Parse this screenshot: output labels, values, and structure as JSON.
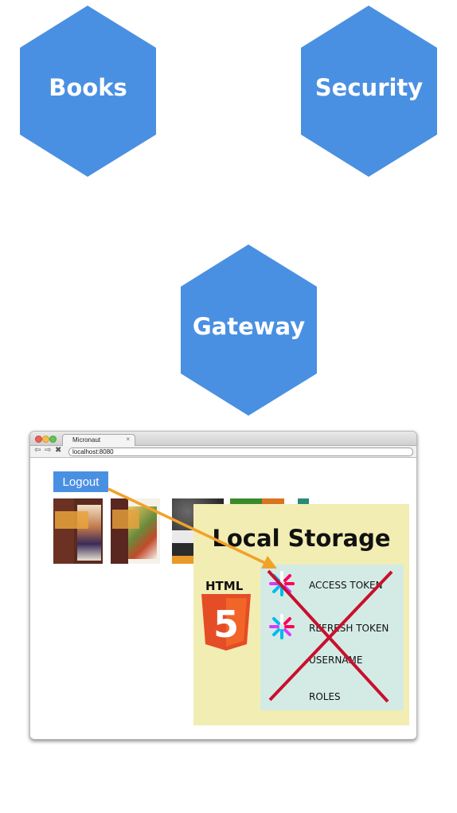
{
  "services": {
    "books": {
      "label": "Books"
    },
    "security": {
      "label": "Security"
    },
    "gateway": {
      "label": "Gateway"
    }
  },
  "colors": {
    "hexagon": "#4a90e2",
    "local_storage_bg": "#f2edb3",
    "token_box_bg": "#d4ebe5",
    "arrow": "#f0a228",
    "cross": "#c8102e"
  },
  "browser": {
    "tab_title": "Micronaut",
    "tab_close": "×",
    "url": "localhost:8080",
    "logout_label": "Logout"
  },
  "local_storage": {
    "title": "Local Storage",
    "html_logo_text": "HTML",
    "html_logo_number": "5",
    "items": [
      {
        "label": "ACCESS TOKEN",
        "icon": "jwt-icon"
      },
      {
        "label": "REFRESH TOKEN",
        "icon": "jwt-icon"
      },
      {
        "label": "USERNAME"
      },
      {
        "label": "ROLES"
      }
    ]
  }
}
